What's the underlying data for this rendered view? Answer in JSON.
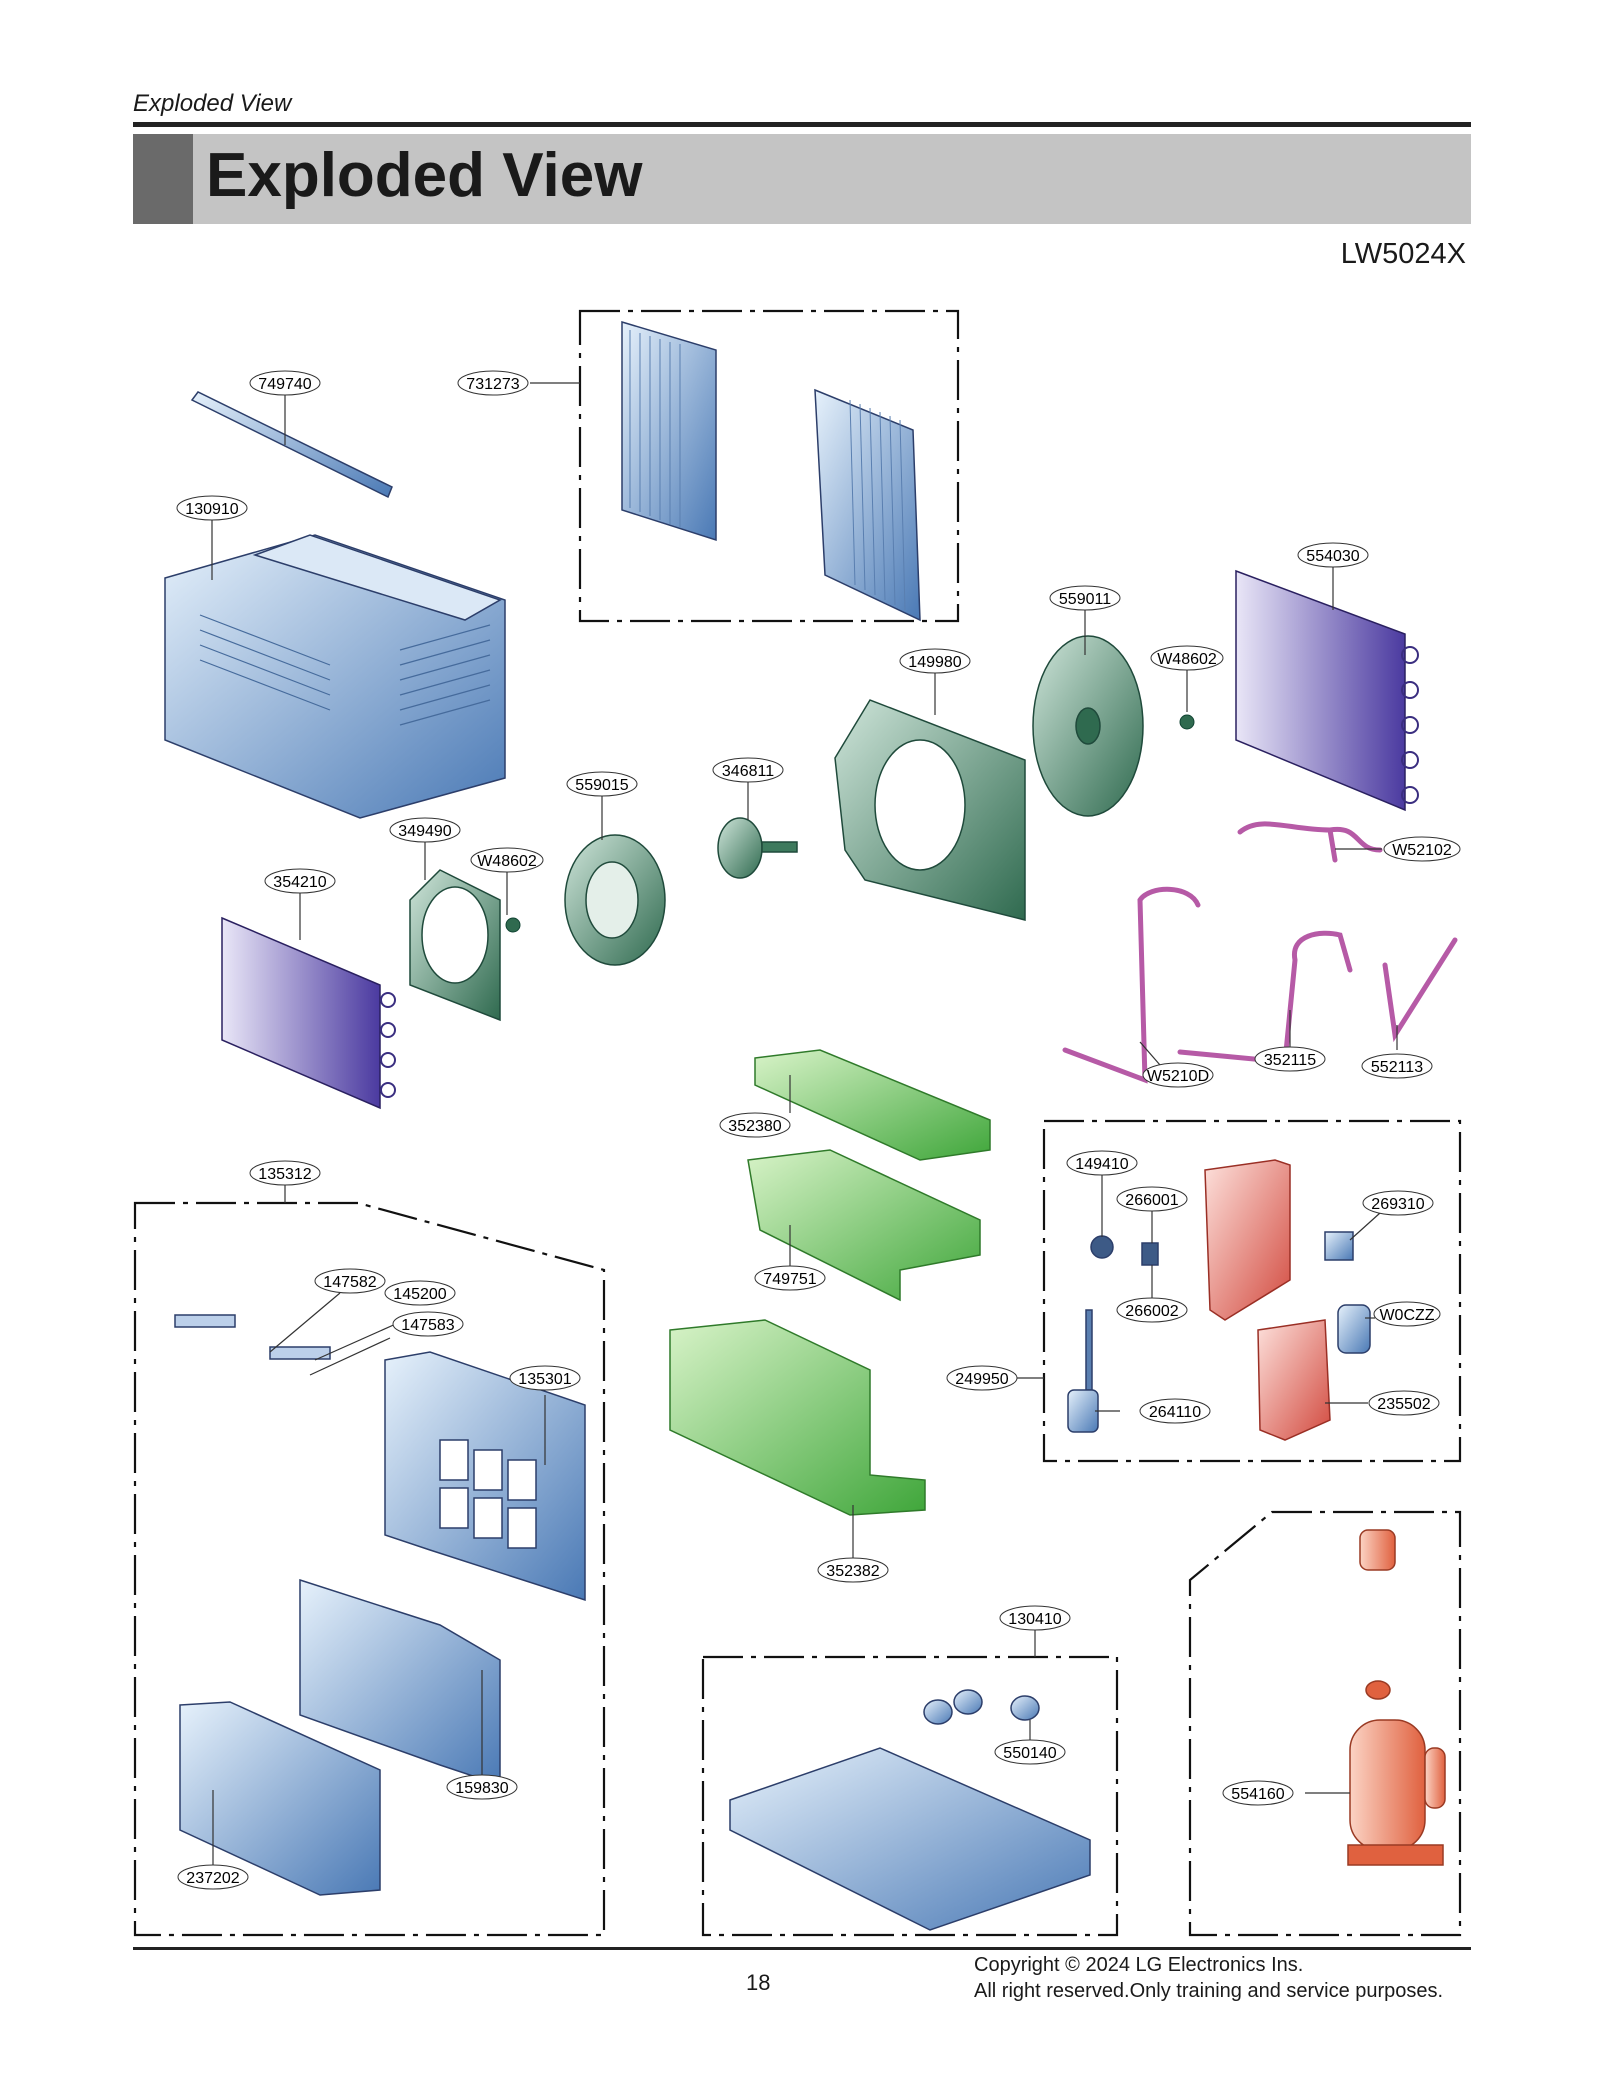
{
  "header": {
    "section": "Exploded View",
    "title": "Exploded View",
    "model": "LW5024X"
  },
  "parts": [
    {
      "id": "749740"
    },
    {
      "id": "731273"
    },
    {
      "id": "130910"
    },
    {
      "id": "554030"
    },
    {
      "id": "559011"
    },
    {
      "id": "149980"
    },
    {
      "id": "W48602"
    },
    {
      "id": "559015"
    },
    {
      "id": "346811"
    },
    {
      "id": "349490"
    },
    {
      "id": "354210"
    },
    {
      "id": "W52102"
    },
    {
      "id": "W5210D"
    },
    {
      "id": "352115"
    },
    {
      "id": "552113"
    },
    {
      "id": "352380"
    },
    {
      "id": "749751"
    },
    {
      "id": "352382"
    },
    {
      "id": "135312"
    },
    {
      "id": "147582"
    },
    {
      "id": "145200"
    },
    {
      "id": "147583"
    },
    {
      "id": "135301"
    },
    {
      "id": "159830"
    },
    {
      "id": "237202"
    },
    {
      "id": "149410"
    },
    {
      "id": "266001"
    },
    {
      "id": "266002"
    },
    {
      "id": "269310"
    },
    {
      "id": "W0CZZ"
    },
    {
      "id": "249950"
    },
    {
      "id": "264110"
    },
    {
      "id": "235502"
    },
    {
      "id": "130410"
    },
    {
      "id": "550140"
    },
    {
      "id": "554160"
    }
  ],
  "footer": {
    "page": "18",
    "copyright_line1": "Copyright © 2024 LG Electronics Ins.",
    "copyright_line2": "All right reserved.Only training and service purposes."
  }
}
